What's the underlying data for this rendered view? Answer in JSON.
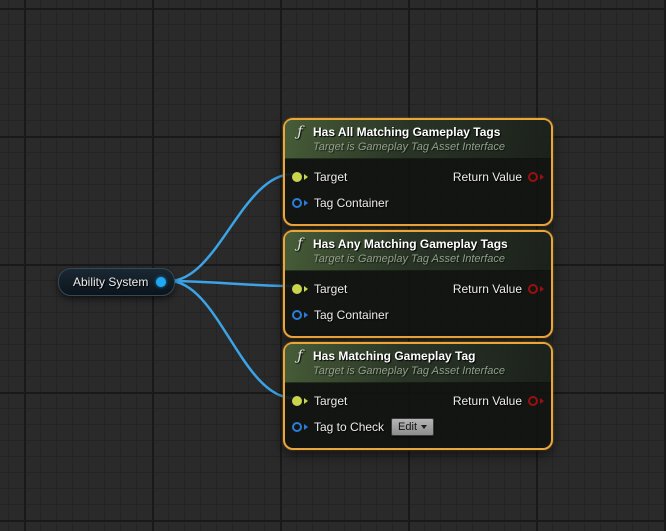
{
  "canvas": {
    "wire_color": "#3ba3e6",
    "selection_color": "#e9a63a"
  },
  "variable_node": {
    "label": "Ability System",
    "pin_color": "#1fa9f4"
  },
  "nodes": [
    {
      "fn_icon": "ƒ",
      "title": "Has All Matching Gameplay Tags",
      "subtitle": "Target is Gameplay Tag Asset Interface",
      "target_pin": {
        "label": "Target",
        "color": "#c9d64b"
      },
      "container_pin": {
        "label": "Tag Container",
        "color": "#2a7dd8"
      },
      "return_pin": {
        "label": "Return Value",
        "color": "#9a1010"
      }
    },
    {
      "fn_icon": "ƒ",
      "title": "Has Any Matching Gameplay Tags",
      "subtitle": "Target is Gameplay Tag Asset Interface",
      "target_pin": {
        "label": "Target",
        "color": "#c9d64b"
      },
      "container_pin": {
        "label": "Tag Container",
        "color": "#2a7dd8"
      },
      "return_pin": {
        "label": "Return Value",
        "color": "#9a1010"
      }
    },
    {
      "fn_icon": "ƒ",
      "title": "Has Matching Gameplay Tag",
      "subtitle": "Target is Gameplay Tag Asset Interface",
      "target_pin": {
        "label": "Target",
        "color": "#c9d64b"
      },
      "check_pin": {
        "label": "Tag to Check",
        "color": "#2a7dd8"
      },
      "return_pin": {
        "label": "Return Value",
        "color": "#9a1010"
      },
      "edit_button": {
        "label": "Edit"
      }
    }
  ]
}
